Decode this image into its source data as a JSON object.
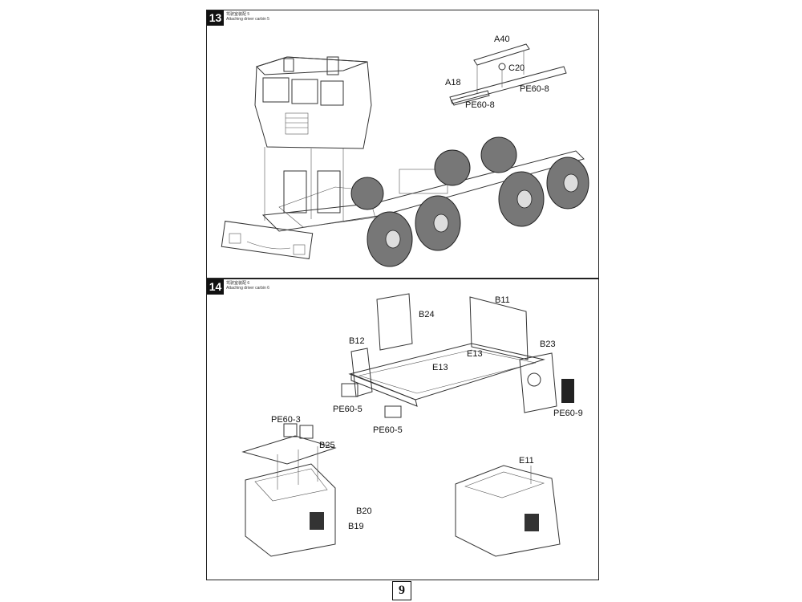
{
  "page_number": "9",
  "steps": [
    {
      "number": "13",
      "caption_cn": "驾驶室装配 5",
      "caption_en": "Attaching driver carbin 5",
      "labels": [
        "A40",
        "C20",
        "A18",
        "PE60-8",
        "PE60-8"
      ]
    },
    {
      "number": "14",
      "caption_cn": "驾驶室装配 6",
      "caption_en": "Attaching driver carbin 6",
      "labels": [
        "B24",
        "B11",
        "B12",
        "E13",
        "E13",
        "B23",
        "PE60-5",
        "PE60-5",
        "PE60-9",
        "PE60-3",
        "B25",
        "B20",
        "B19",
        "E11"
      ]
    }
  ]
}
